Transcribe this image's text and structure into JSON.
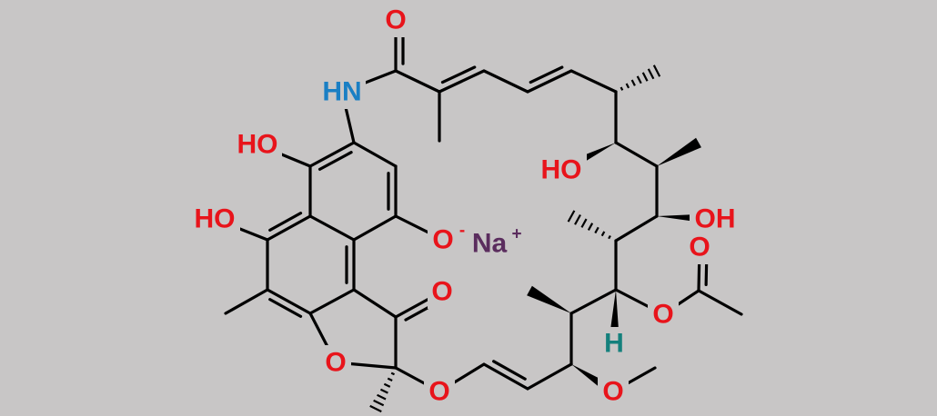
{
  "colors": {
    "background": "#c8c6c6",
    "bond": "#000000",
    "oxygen": "#e8141b",
    "nitrogen": "#1a7fc4",
    "hydrogen": "#14807c",
    "sodium": "#5b2d5e"
  },
  "atoms": {
    "o_amide": "O",
    "hn": "HN",
    "ho_ring_upper": "HO",
    "ho_ring_lower": "HO",
    "o_minus": "O",
    "o_minus_charge": "-",
    "o_ketone": "O",
    "o_furan": "O",
    "o_ether": "O",
    "o_methoxy": "O",
    "h_stereo": "H",
    "o_acetoxy": "O",
    "o_acetyl_carbonyl": "O",
    "ho_chain_left": "HO",
    "oh_chain_right": "OH",
    "na": "Na",
    "na_charge": "+"
  }
}
